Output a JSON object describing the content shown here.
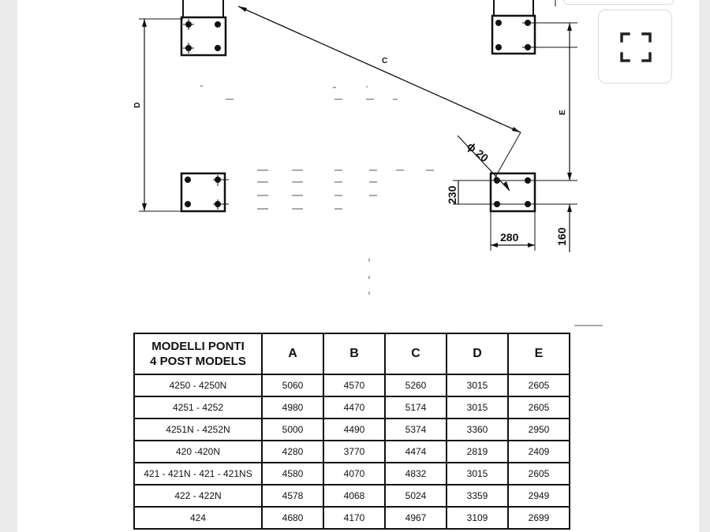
{
  "drawing": {
    "label_c": "C",
    "label_d": "D",
    "label_e": "E",
    "label_phi": "ϕ 20",
    "dim_230": "230",
    "dim_280": "280",
    "dim_160": "160"
  },
  "table": {
    "header_model_line1": "MODELLI PONTI",
    "header_model_line2": "4 POST MODELS",
    "columns": [
      "A",
      "B",
      "C",
      "D",
      "E"
    ],
    "rows": [
      {
        "model": "4250 - 4250N",
        "values": [
          "5060",
          "4570",
          "5260",
          "3015",
          "2605"
        ]
      },
      {
        "model": "4251 - 4252",
        "values": [
          "4980",
          "4470",
          "5174",
          "3015",
          "2605"
        ]
      },
      {
        "model": "4251N - 4252N",
        "values": [
          "5000",
          "4490",
          "5374",
          "3360",
          "2950"
        ]
      },
      {
        "model": "420 -420N",
        "values": [
          "4280",
          "3770",
          "4474",
          "2819",
          "2409"
        ]
      },
      {
        "model": "421 - 421N - 421 - 421NS",
        "values": [
          "4580",
          "4070",
          "4832",
          "3015",
          "2605"
        ]
      },
      {
        "model": "422 - 422N",
        "values": [
          "4578",
          "4068",
          "5024",
          "3359",
          "2949"
        ]
      },
      {
        "model": "424",
        "values": [
          "4680",
          "4170",
          "4967",
          "3109",
          "2699"
        ]
      }
    ]
  },
  "icons": {
    "expand": "fullscreen-expand-icon"
  }
}
